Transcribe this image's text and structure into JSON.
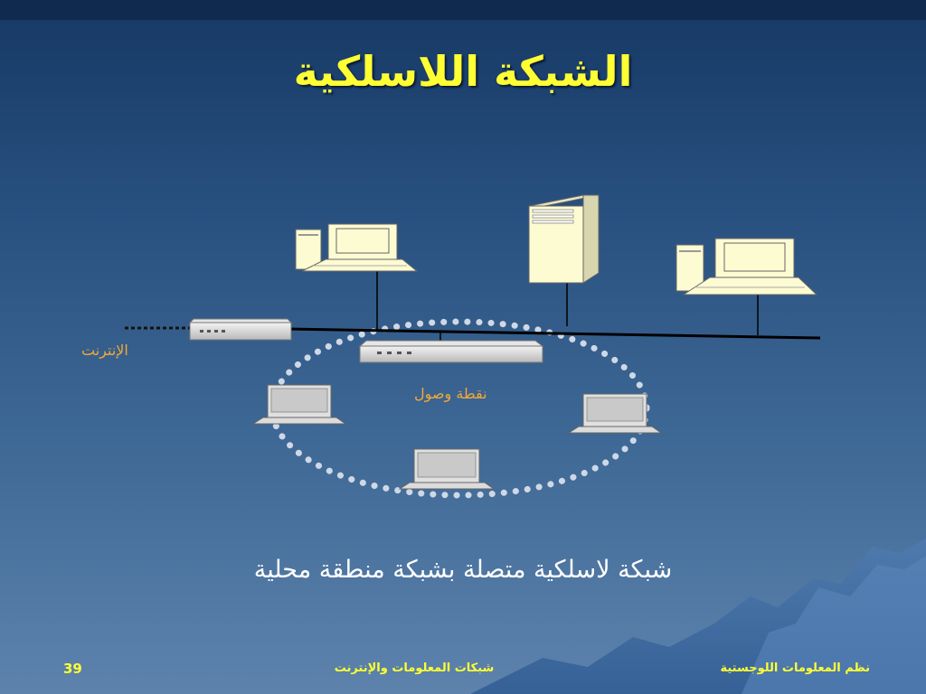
{
  "title": "الشبكة اللاسلكية",
  "labels": {
    "internet": "الإنترنت",
    "access_point": "نقطة وصول"
  },
  "caption": "شبكة لاسلكية متصلة بشبكة منطقة محلية",
  "footer": {
    "slide_number": "39",
    "center": "شبكات المعلومات والإنترنت",
    "right": "نظم المعلومات اللوجستية"
  },
  "colors": {
    "title": "#ffff33",
    "labels": "#f2a83a",
    "caption": "#ffffff",
    "footer": "#ffff33",
    "device_fill": "#fdfbd2",
    "ring_dots": "#cfd8e6"
  },
  "icons": [
    "desktop-computer-icon",
    "server-tower-icon",
    "router-icon",
    "access-point-icon",
    "laptop-icon"
  ]
}
